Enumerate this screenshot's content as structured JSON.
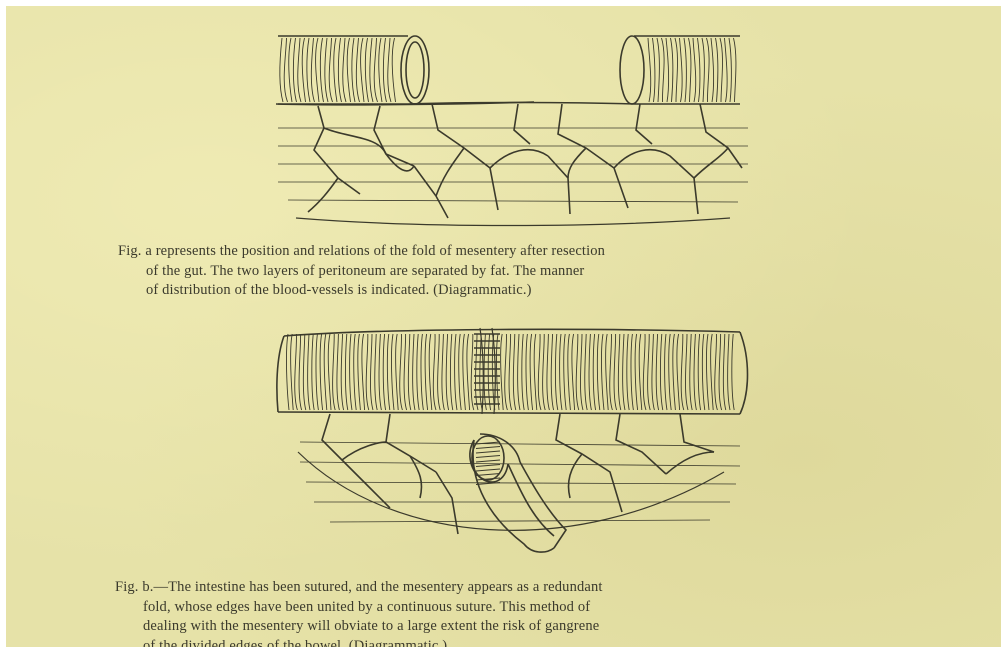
{
  "figure_a": {
    "caption_lines": [
      "Fig. a represents the position and relations of the fold of mesentery after resection",
      "of the gut.  The two layers of peritoneum are separated by fat.  The manner",
      "of distribution of the blood-vessels is indicated.  (Diagrammatic.)"
    ]
  },
  "figure_b": {
    "caption_lines": [
      "Fig. b.—The intestine has been sutured, and the mesentery appears as a redundant",
      "fold, whose edges have been united by a continuous suture.  This method of",
      "dealing with the mesentery will obviate to a large extent the risk of gangrene",
      "of the divided edges of the bowel.  (Diagrammatic.)"
    ]
  },
  "colors": {
    "paper": "#e6e2a8",
    "ink": "#3b3a2c"
  }
}
